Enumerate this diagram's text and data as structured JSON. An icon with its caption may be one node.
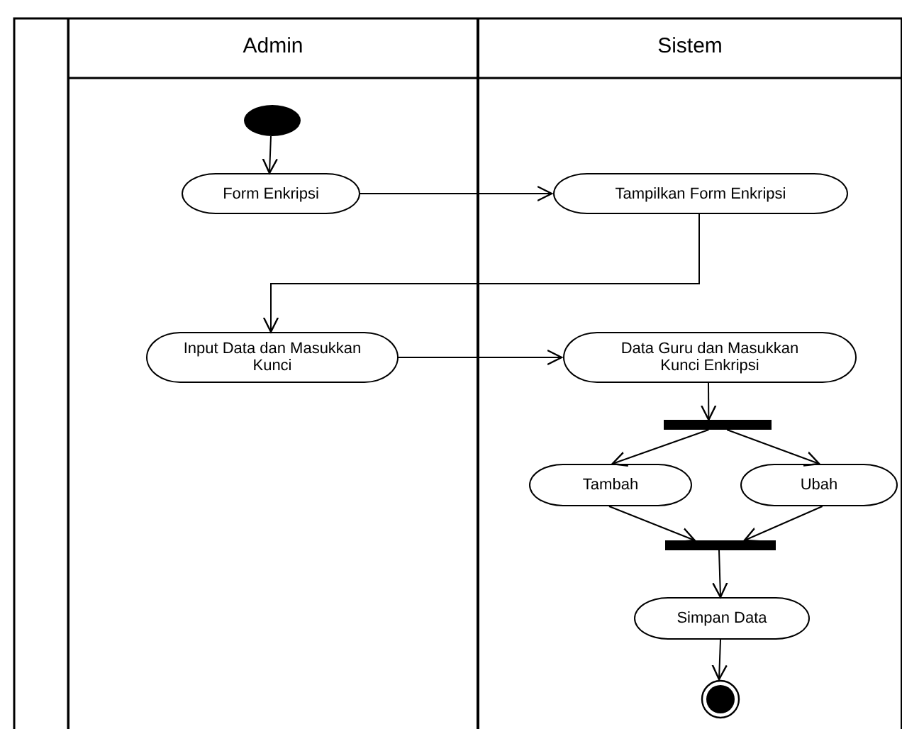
{
  "diagram": {
    "nodes": [
      {
        "text": [
          "Admin"
        ]
      },
      {
        "text": [
          "Sistem"
        ]
      },
      {
        "text": [],
        "shape": "circle",
        "in": 0
      },
      {
        "text": [
          "Form Enkripsi"
        ],
        "in": 0
      },
      {
        "text": [
          "Tampilkan Form Enkripsi"
        ],
        "in": 1
      },
      {
        "text": [
          "Input Data dan Masukkan Kunci"
        ],
        "in": 0
      },
      {
        "text": [
          "Data Guru dan Masukkan Kunci Enkripsi"
        ],
        "in": 1
      },
      {
        "text": [],
        "shape": "bar",
        "in": 1
      },
      {
        "text": [
          "Tambah"
        ],
        "in": 1
      },
      {
        "text": [
          "Ubah"
        ],
        "in": 1
      },
      {
        "text": [],
        "shape": "bar",
        "in": 1
      },
      {
        "text": [
          "Simpan Data"
        ],
        "in": 1
      },
      {
        "text": [],
        "shape": "circle",
        "in": 1
      }
    ],
    "edges": [
      {
        "from": 2,
        "to": 3,
        "arrow": "to"
      },
      {
        "from": 3,
        "to": 4,
        "arrow": "to"
      },
      {
        "from": 4,
        "to": 5,
        "arrow": "to"
      },
      {
        "from": 5,
        "to": 6,
        "arrow": "to"
      },
      {
        "from": 6,
        "to": 7,
        "arrow": "to"
      },
      {
        "from": 7,
        "to": 8,
        "arrow": "to"
      },
      {
        "from": 7,
        "to": 9,
        "arrow": "to"
      },
      {
        "from": 8,
        "to": 10,
        "arrow": "to"
      },
      {
        "from": 9,
        "to": 10,
        "arrow": "to"
      },
      {
        "from": 10,
        "to": 11,
        "arrow": "to"
      },
      {
        "from": 11,
        "to": 12,
        "arrow": "to"
      }
    ]
  }
}
